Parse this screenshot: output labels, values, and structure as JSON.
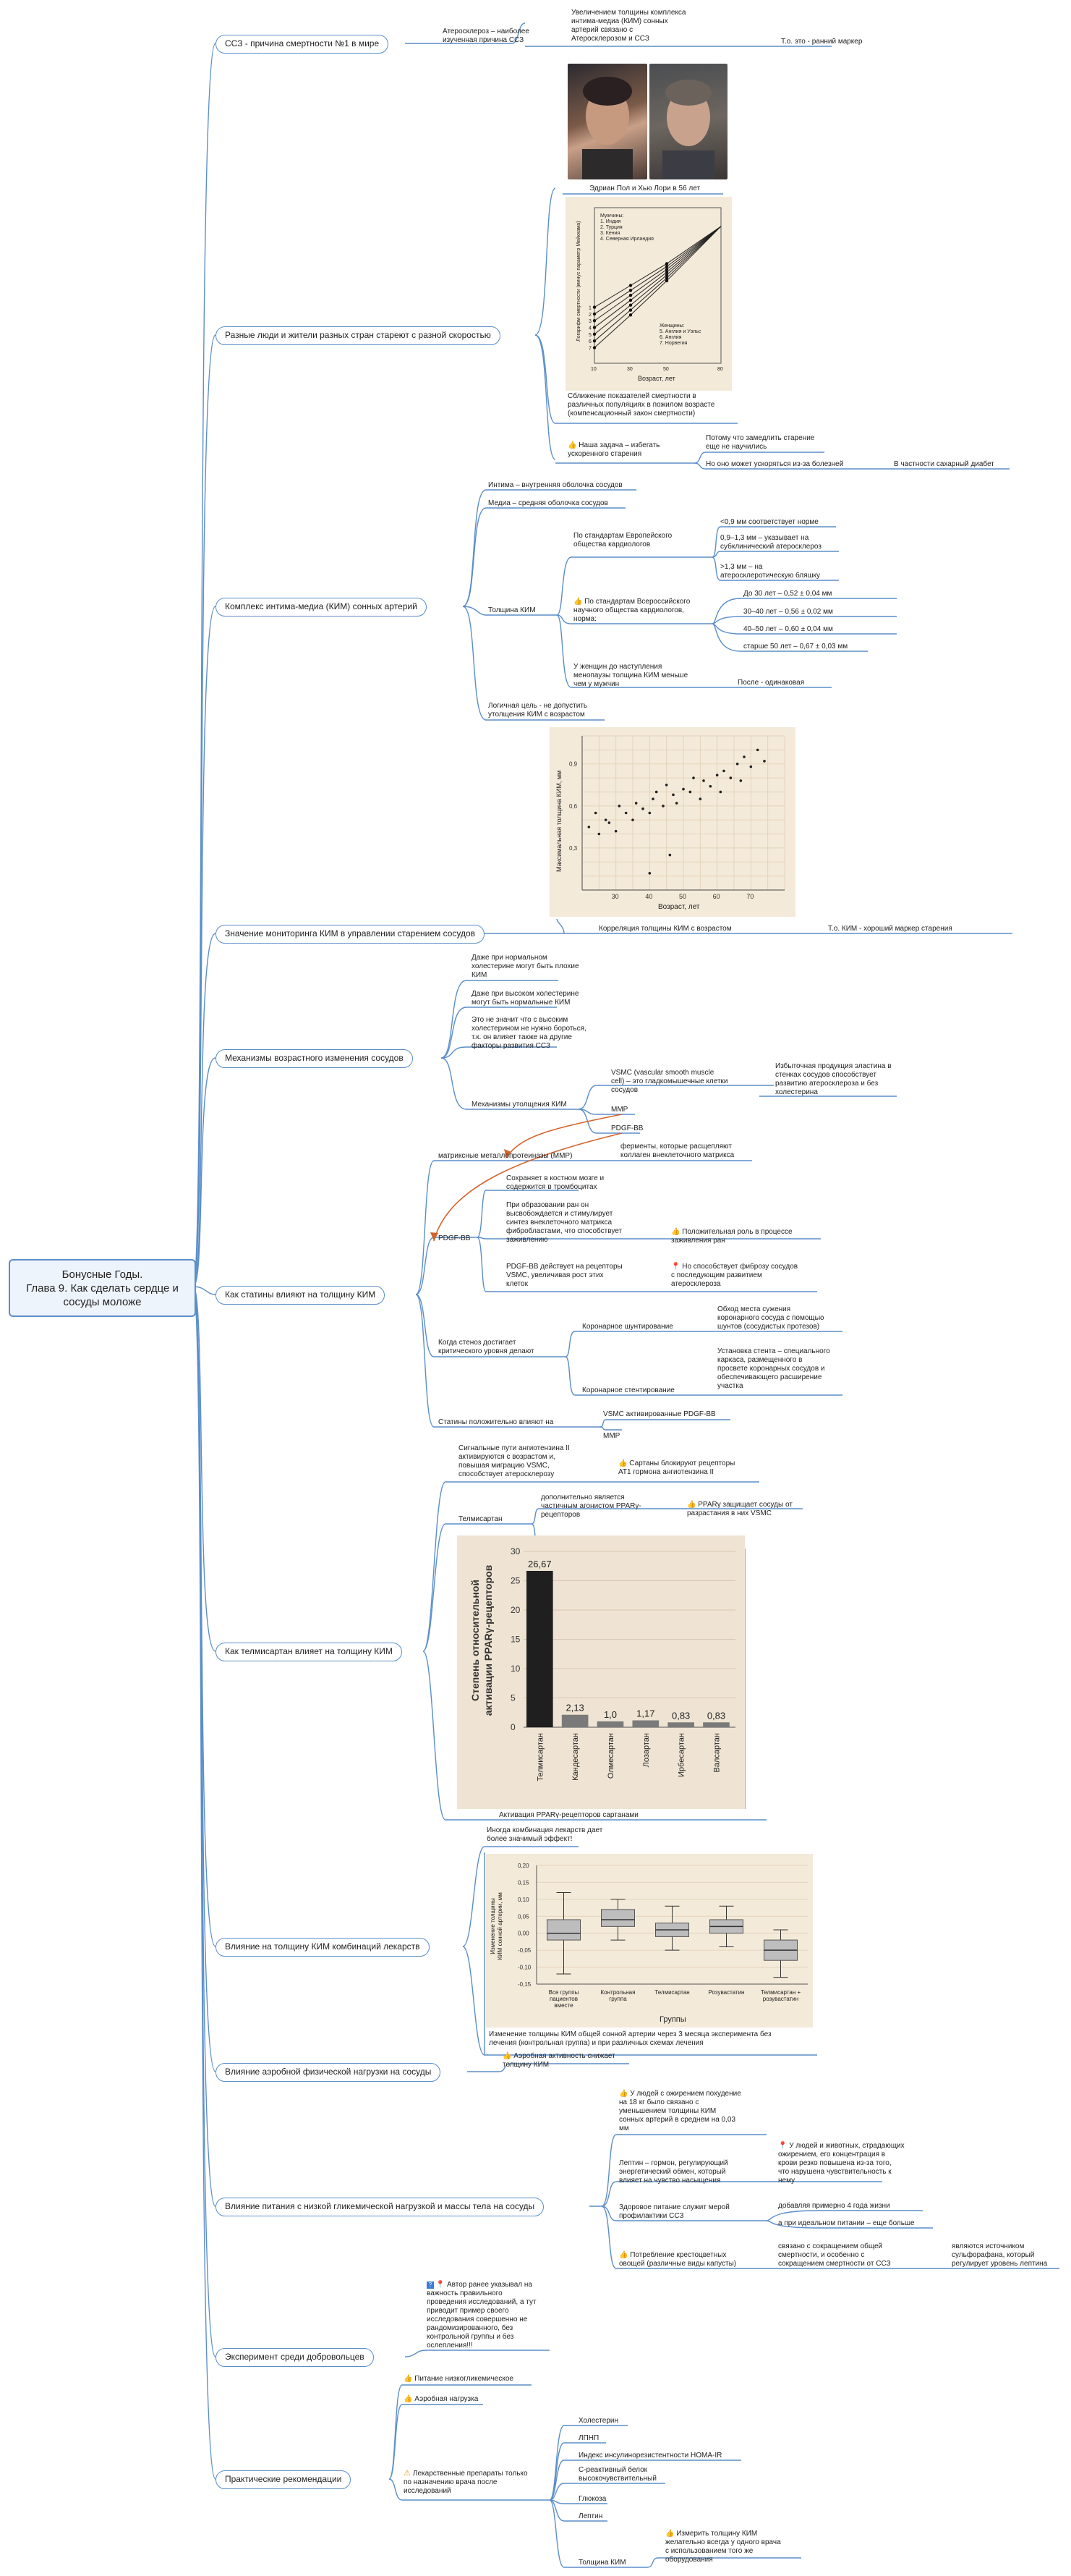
{
  "root": "Бонусные Годы.\nГлава 9. Как сделать сердце и сосуды моложе",
  "topics": [
    "ССЗ - причина смертности №1 в мире",
    "Разные люди и жители разных стран стареют с разной скоростью",
    "Комплекс интима-медиа (КИМ) сонных артерий",
    "Значение мониторинга КИМ в управлении старением сосудов",
    "Механизмы возрастного изменения сосудов",
    "Как статины влияют на толщину КИМ",
    "Как телмисартан влияет на толщину КИМ",
    "Влияние на толщину КИМ комбинаций лекарств",
    "Влияние аэробной физической нагрузки на сосуды",
    "Влияние питания с низкой гликемической нагрузкой и массы тела на сосуды",
    "Эксперимент среди добровольцев",
    "Практические рекомендации"
  ],
  "t1": {
    "a": "Атеросклероз – наиболее\nизученная причина ССЗ",
    "b": "Увеличением толщины комплекса\nинтима-медиа (КИМ) сонных\nартерий связано с\nАтеросклерозом и ССЗ",
    "c": "Т.о. это - ранний маркер"
  },
  "t2": {
    "photo_caption": "Эдриан Пол и Хью Лори в 56 лет",
    "ch_ylabel": "Логарифм смертности (минус параметр Мейкхама)",
    "ch_xlabel": "Возраст, лет",
    "ch_men": "Мужчины:\n1. Индия\n2. Турция\n3. Кения\n4. Северная Ирландия",
    "ch_women": "Женщины:\n5. Англия и Уэльс\n6. Англия\n7. Норвегия",
    "ch_caption": "Сближение показателей смертности в\nразличных популяциях в пожилом возрасте\n(компенсационный закон смертности)",
    "task": "Наша задача – избегать\nускоренного старения",
    "why1": "Потому что замедлить старение\nеще не научились",
    "why2": "Но оно может ускоряться из-за болезней",
    "diabetes": "В частности сахарный диабет"
  },
  "t3": {
    "a": "Интима – внутренняя оболочка сосудов",
    "b": "Медиа – средняя оболочка сосудов",
    "thick": "Толщина КИМ",
    "eu": "По стандартам Европейского\nобщества кардиологов",
    "eu1": "<0,9 мм соответствует норме",
    "eu2": "0,9–1,3 мм – указывает на\nсубклинический атеросклероз",
    "eu3": ">1,3 мм – на\nатеросклеротическую бляшку",
    "ru": "По стандартам Всероссийского\nнаучного общества кардиологов,\nнорма:",
    "ru1": "До 30 лет – 0,52 ± 0,04 мм",
    "ru2": "30–40 лет – 0,56 ± 0,02 мм",
    "ru3": "40–50 лет – 0,60 ± 0,04 мм",
    "ru4": "старше 50 лет – 0,67 ± 0,03 мм",
    "women": "У женщин до наступления\nменопаузы толщина КИМ меньше\nчем у мужчин",
    "after": "После - одинаковая",
    "logic": "Логичная цель - не допустить\nутолщения КИМ с возрастом"
  },
  "t4": {
    "corr": "Корреляция толщины КИМ с возрастом",
    "marker": "Т.о. КИМ - хороший маркер старения",
    "ylabel": "Максимальная толщина КИМ, мм",
    "xlabel": "Возраст, лет"
  },
  "t5": {
    "a": "Даже при нормальном\nхолестерине могут быть плохие\nКИМ",
    "b": "Даже при высоком холестерине\nмогут быть нормальные КИМ",
    "c": "Это не значит что с высоким\nхолестерином не нужно бороться,\nт.к. он влияет также на другие\nфакторы развития ССЗ",
    "mech": "Механизмы утолщения КИМ",
    "vsmc": "VSMC (vascular smooth muscle\ncell) – это гладкомышечные клетки\nсосудов",
    "vsmc_d": "Избыточная продукция эластина в\nстенках сосудов способствует\nразвитию атеросклероза и без\nхолестерина",
    "mmp": "MMP",
    "pdgf": "PDGF-BB"
  },
  "t6": {
    "mmp": "матриксные металлопротеиназы (MMP)",
    "mmp_d": "ферменты, которые расщепляют\nколлаген внеклеточного матрикса",
    "pdgf": "PDGF-BB",
    "p1": "Сохраняет в костном мозге и\nсодержится в тромбоцитах",
    "p2": "При образовании ран он\nвысвобождается и стимулирует\nсинтез внеклеточного матрикса\nфибробластами, что способствует\nзаживлению",
    "p2a": "Положительная роль в процессе\nзаживления ран",
    "p3": "PDGF-BB действует на рецепторы\nVSMC, увеличивая рост этих\nклеток",
    "p3a": "Но способствует фиброзу сосудов\nс последующим развитием\nатеросклероза",
    "crit": "Когда стеноз достигает\nкритического уровня делают",
    "shunt": "Коронарное шунтирование",
    "shunt_d": "Обход места сужения\nкоронарного сосуда с помощью\nшунтов (сосудистых протезов)",
    "stent": "Коронарное стентирование",
    "stent_d": "Установка стента – специального\nкаркаса, размещенного в\nпросвете коронарных сосудов и\nобеспечивающего расширение\nучастка",
    "pos": "Статины положительно влияют на",
    "pos1": "VSMC активированные PDGF-BB",
    "pos2": "MMP"
  },
  "t7": {
    "sig": "Сигнальные пути ангиотензина II\nактивируются с возрастом и,\nповышая миграцию VSMC,\nспособствует атеросклерозу",
    "sart": "Сартаны блокируют рецепторы\nAT1 гормона ангиотензина II",
    "tel": "Телмисартан",
    "tel_d": "дополнительно является\nчастичным агонистом PPARγ-\nрецепторов",
    "ppar": "PPARγ защищает сосуды от\nразрастания в них VSMC",
    "ylabel": "Степень относительной\nактивации PPARγ-рецепторов",
    "caption": "Активация PPARγ-рецепторов сартанами"
  },
  "t8": {
    "a": "Иногда комбинация лекарств дает\nболее значимый эффект!",
    "ylabel": "Изменение толщины\nКИМ сонной артерии, мм",
    "xlabel": "Группы",
    "caption": "Изменение толщины КИМ общей сонной артерии через 3 месяца эксперимента без\nлечения (контрольная группа) и при различных схемах лечения"
  },
  "t9": {
    "a": "Аэробная активность снижает\nтолщину КИМ"
  },
  "t10": {
    "a": "У людей с ожирением похудение\nна 18 кг было связано с\nуменьшением толщины КИМ\nсонных артерий в среднем на 0,03\nмм",
    "lep": "Лептин – гормон, регулирующий\nэнергетический обмен, который\nвлияет на чувство насыщения",
    "lep_d": "У людей и животных, страдающих\nожирением, его концентрация в\nкрови резко повышена из-за того,\nчто нарушена чувствительность к\nнему",
    "food": "Здоровое питание служит мерой\nпрофилактики ССЗ",
    "food1": "добавляя примерно 4 года жизни",
    "food2": "а при идеальном питании – еще больше",
    "veg": "Потребление крестоцветных\nовощей (различные виды капусты)",
    "veg1": "связано с сокращением общей\nсмертности, и особенно с\nсокращением смертности от ССЗ",
    "veg2": "являются источником\nсульфорафана, который\nрегулирует уровень лептина"
  },
  "t11": {
    "a": "Автор ранее указывал на\nважность правильного\nпроведения исследований, а тут\nприводит пример своего\nисследования совершенно не\nрандомизированного, без\nконтрольной группы и без\nослепления!!!"
  },
  "t12": {
    "a": "Питание низкогликемическое",
    "b": "Аэробная нагрузка",
    "c": "Лекарственные препараты только\nпо назначению врача после\nисследований",
    "c1": "Холестерин",
    "c2": "ЛПНП",
    "c3": "Индекс инсулинорезистентности HOMA-IR",
    "c4": "С-реактивный белок\nвысокочувствительный",
    "c5": "Глюкоза",
    "c6": "Лептин",
    "c7": "Толщина КИМ",
    "c7a": "Измерить толщину КИМ\nжелательно всегда у одного врача\nс использованием того же\nоборудования"
  },
  "chart_data": [
    {
      "type": "line",
      "title": "",
      "xlabel": "Возраст, лет",
      "ylabel": "Логарифм смертности (минус параметр Мейкхама)",
      "x": [
        10,
        30,
        50,
        80
      ],
      "series": [
        {
          "name": "1. Индия",
          "values": [
            -6.4,
            -5.0,
            -3.6,
            -1.2
          ]
        },
        {
          "name": "7. Норвегия",
          "values": [
            -9.0,
            -6.9,
            -4.7,
            -1.2
          ]
        }
      ]
    },
    {
      "type": "scatter",
      "title": "",
      "xlabel": "Возраст, лет",
      "ylabel": "Максимальная толщина КИМ, мм",
      "xlim": [
        20,
        80
      ],
      "ylim": [
        0,
        1.1
      ],
      "points": [
        [
          22,
          0.45
        ],
        [
          24,
          0.55
        ],
        [
          25,
          0.4
        ],
        [
          27,
          0.5
        ],
        [
          28,
          0.48
        ],
        [
          30,
          0.42
        ],
        [
          31,
          0.6
        ],
        [
          33,
          0.55
        ],
        [
          35,
          0.5
        ],
        [
          36,
          0.62
        ],
        [
          38,
          0.58
        ],
        [
          40,
          0.55
        ],
        [
          41,
          0.65
        ],
        [
          42,
          0.7
        ],
        [
          44,
          0.6
        ],
        [
          45,
          0.75
        ],
        [
          47,
          0.68
        ],
        [
          48,
          0.62
        ],
        [
          50,
          0.72
        ],
        [
          52,
          0.7
        ],
        [
          53,
          0.8
        ],
        [
          55,
          0.65
        ],
        [
          56,
          0.78
        ],
        [
          58,
          0.74
        ],
        [
          60,
          0.82
        ],
        [
          61,
          0.7
        ],
        [
          62,
          0.85
        ],
        [
          64,
          0.8
        ],
        [
          66,
          0.9
        ],
        [
          67,
          0.78
        ],
        [
          68,
          0.95
        ],
        [
          70,
          0.88
        ],
        [
          72,
          1.0
        ],
        [
          74,
          0.92
        ],
        [
          40,
          0.12
        ],
        [
          46,
          0.25
        ]
      ]
    },
    {
      "type": "bar",
      "title": "",
      "xlabel": "",
      "ylabel": "Степень относительной активации PPARγ-рецепторов",
      "ylim": [
        0,
        30
      ],
      "yticks": [
        0,
        5,
        10,
        15,
        20,
        25,
        30
      ],
      "categories": [
        "Телмисартан",
        "Кандесартан",
        "Олмесартан",
        "Лозартан",
        "Ирбесартан",
        "Валсартан"
      ],
      "values": [
        26.67,
        2.13,
        1.0,
        1.17,
        0.83,
        0.83
      ],
      "labels": [
        "26,67",
        "2,13",
        "1,0",
        "1,17",
        "0,83",
        "0,83"
      ],
      "colors": [
        "#1f1f1f",
        "#7a7a7a",
        "#7a7a7a",
        "#7a7a7a",
        "#7a7a7a",
        "#7a7a7a"
      ]
    },
    {
      "type": "box",
      "title": "",
      "xlabel": "Группы",
      "ylabel": "Изменение толщины КИМ сонной артерии, мм",
      "ylim": [
        -0.15,
        0.2
      ],
      "yticks": [
        "0,20",
        "0,15",
        "0,10",
        "0,05",
        "0,00",
        "-0,05",
        "-0,10",
        "-0,15"
      ],
      "categories": [
        "Все группы\nпациентов\nвместе",
        "Контрольная\nгруппа",
        "Телмисартан",
        "Розувастатин",
        "Телмисартан +\nрозувастатин"
      ],
      "boxes": [
        {
          "min": -0.12,
          "q1": -0.02,
          "median": 0.0,
          "q3": 0.04,
          "max": 0.12
        },
        {
          "min": -0.02,
          "q1": 0.02,
          "median": 0.04,
          "q3": 0.07,
          "max": 0.1
        },
        {
          "min": -0.05,
          "q1": -0.01,
          "median": 0.01,
          "q3": 0.03,
          "max": 0.08
        },
        {
          "min": -0.04,
          "q1": 0.0,
          "median": 0.02,
          "q3": 0.04,
          "max": 0.08
        },
        {
          "min": -0.13,
          "q1": -0.08,
          "median": -0.05,
          "q3": -0.02,
          "max": 0.01
        }
      ]
    }
  ]
}
